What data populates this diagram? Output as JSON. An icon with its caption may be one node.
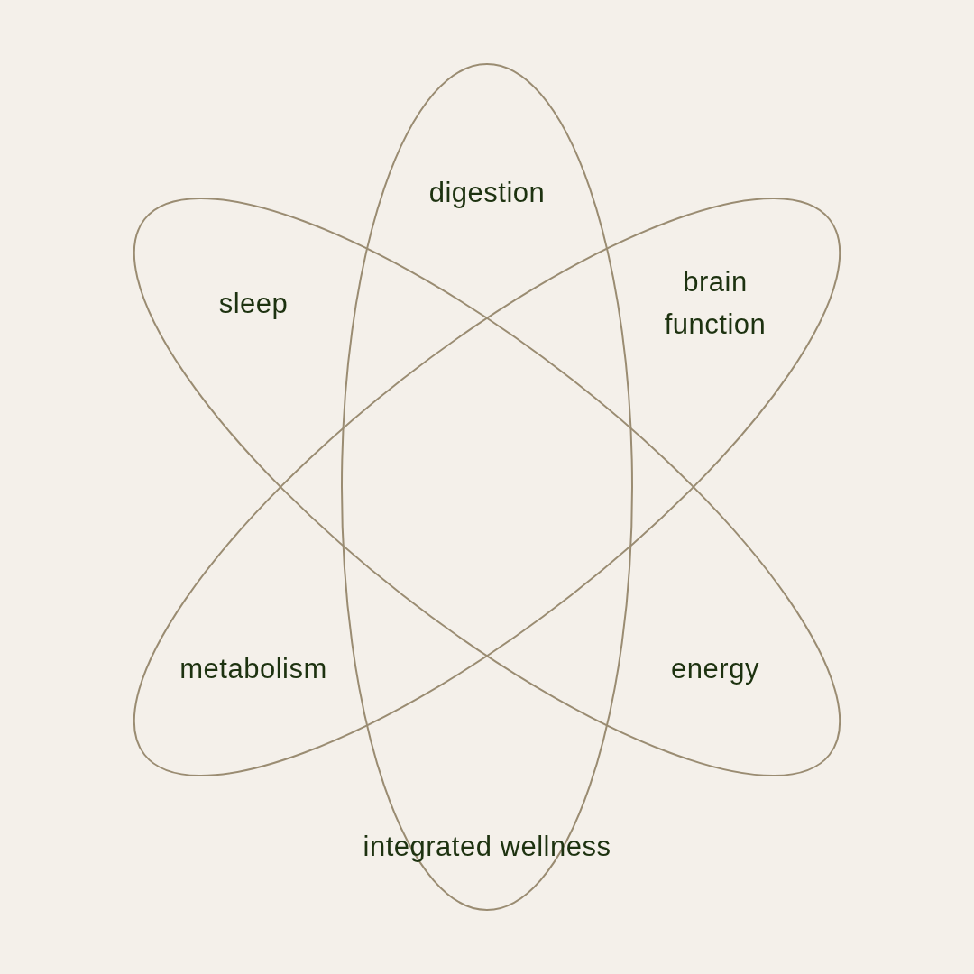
{
  "diagram": {
    "labels": [
      "digestion",
      "sleep",
      "brain function",
      "metabolism",
      "energy",
      "integrated wellness"
    ]
  }
}
